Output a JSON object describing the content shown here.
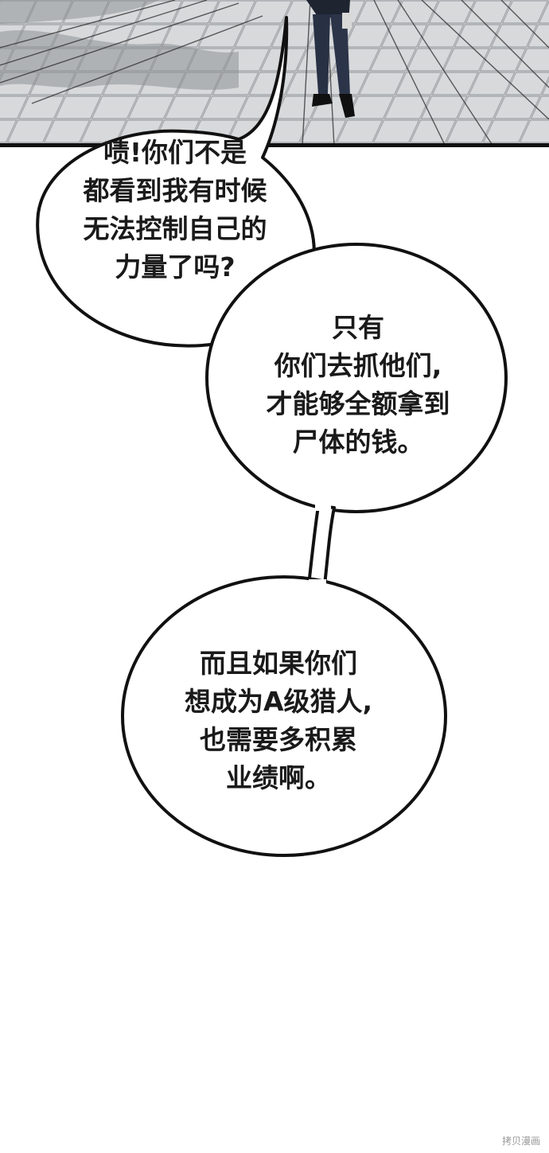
{
  "dialogue": [
    {
      "lines": [
        "啧!你们不是",
        "都看到我有时候",
        "无法控制自己的",
        "力量了吗?"
      ]
    },
    {
      "lines": [
        "只有",
        "你们去抓他们,",
        "才能够全额拿到",
        "尸体的钱。"
      ]
    },
    {
      "lines": [
        "而且如果你们",
        "想成为A级猎人,",
        "也需要多积累",
        "业绩啊。"
      ]
    }
  ],
  "watermark": "拷贝漫画",
  "colors": {
    "ink": "#111111",
    "paper": "#ffffff",
    "floor": "#c9cbcd"
  }
}
